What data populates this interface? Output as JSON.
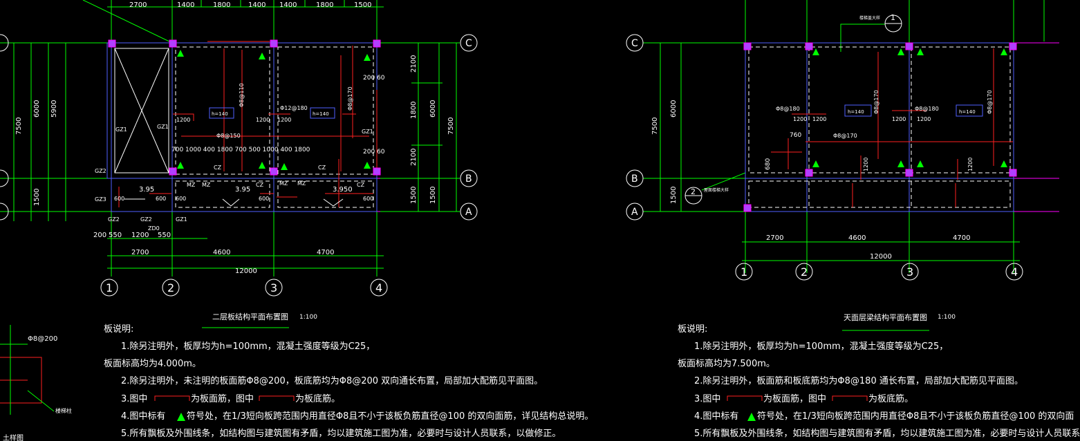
{
  "left_plan": {
    "title": "二层板结构平面布置图",
    "scale": "1:100",
    "notes": {
      "heading": "板说明:",
      "n1": "1.除另注明外，板厚均为h=100mm，混凝土强度等级为C25，",
      "n1b": "板面标高均为4.000m。",
      "n2": "2.除另注明外，未注明的板面筋Φ8@200，板底筋均为Φ8@200 双向通长布置，局部加大配筋见平面图。",
      "n3a": "3.图中",
      "n3b": "为板面筋，图中",
      "n3c": "为板底筋。",
      "n4a": "4.图中标有",
      "n4b": "符号处，在1/3短向板跨范围内用直径Φ8且不小于该板负筋直径@100 的双向面筋，详见结构总说明。",
      "n5": "5.所有飘板及外围线条，如结构图与建筑图有矛盾，均以建筑施工图为准，必要时与设计人员联系，以做修正。"
    },
    "top_dims": [
      "2700",
      "1400",
      "1800",
      "1400",
      "1400",
      "1800",
      "1500"
    ],
    "bottom_dims": [
      "2700",
      "4600",
      "4700"
    ],
    "total_dim": "12000",
    "small_dims": [
      "200",
      "550",
      "1200",
      "550"
    ],
    "axes_x": [
      "1",
      "2",
      "3",
      "4"
    ],
    "axes_y": [
      "C",
      "B",
      "A"
    ],
    "left_dims": [
      "7500",
      "6000",
      "5900",
      "1500"
    ],
    "right_dims": [
      "2100",
      "1800",
      "2100",
      "6000",
      "7500",
      "1500",
      "1500"
    ],
    "labels": {
      "gz1": "GZ1",
      "gz2": "GZ2",
      "gz3": "GZ3",
      "zd0": "ZD0",
      "h140": "h=140",
      "elev1": "3.95",
      "elev2": "3.95",
      "elev3": "3.950",
      "phi8_150": "Φ8@150",
      "phi12_180": "Φ12@180",
      "phi8_170a": "Φ8@170",
      "phi8_110": "Φ8@110",
      "d200_60": "200 60",
      "d1200": "1200",
      "d600": "600",
      "mz": "MZ",
      "cz": "CZ",
      "mid_dims": "700 1000 400   1800   700 500 1000 400   1800",
      "left_note": "Φ8@200",
      "left_note2": "楼梯柱",
      "left_note3": "土样图"
    }
  },
  "right_plan": {
    "title": "天面层梁结构平面布置图",
    "scale": "1:100",
    "notes": {
      "heading": "板说明:",
      "n1": "1.除另注明外，板厚均为h=100mm，混凝土强度等级为C25，",
      "n1b": "板面标高均为7.500m。",
      "n2": "2.除另注明外，板面筋和板底筋均为Φ8@180 通长布置，局部加大配筋见平面图。",
      "n3a": "3.图中",
      "n3b": "为板面筋，图中",
      "n3c": "为板底筋。",
      "n4a": "4.图中标有",
      "n4b": "符号处，在1/3短向板跨范围内用直径Φ8且不小于该板负筋直径@100 的双向面",
      "n5": "5.所有飘板及外围线条，如结构图与建筑图有矛盾，均以建筑施工图为准，必要时与设计人员联系"
    },
    "bottom_dims": [
      "2700",
      "4600",
      "4700"
    ],
    "total_dim": "12000",
    "axes_x": [
      "1",
      "2",
      "3",
      "4"
    ],
    "axes_y": [
      "C",
      "B",
      "A"
    ],
    "left_dims": [
      "7500",
      "6000",
      "1500"
    ],
    "labels": {
      "detail1": "1",
      "detail2": "2",
      "h140": "h=140",
      "phi8_180": "Φ8@180",
      "phi8_170": "Φ8@170",
      "d760": "760",
      "d680": "680",
      "d1200": "1200",
      "callout1": "楼梯盖大样",
      "callout2": "屋面楼梯大样"
    }
  },
  "colors": {
    "background": "#000000",
    "axis_green": "#00ff00",
    "beam_blue": "#5060ff",
    "rebar_red": "#ff2020",
    "column_magenta": "#b040ff",
    "text_white": "#ffffff",
    "axis_magenta": "#ff00ff"
  }
}
